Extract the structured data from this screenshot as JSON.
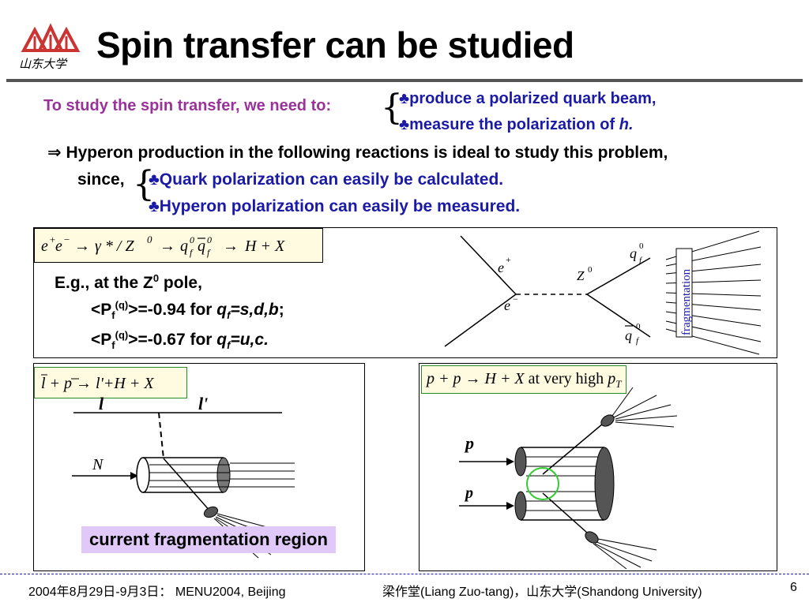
{
  "slide": {
    "title": "Spin transfer can be studied",
    "page_number": "6"
  },
  "intro": {
    "lead": "To study the spin transfer, we need to:",
    "items": [
      "produce a polarized quark beam,",
      "measure the polarization of "
    ],
    "item2_italic": "h."
  },
  "hyperon": {
    "line1": " Hyperon production in the following reactions is ideal to study this problem,",
    "since": "since,",
    "items": [
      "Quark polarization can easily be calculated.",
      "Hyperon polarization can easily be measured."
    ]
  },
  "panel1": {
    "formula": "e⁺e⁻ → γ* / Z⁰ → q⁰_f q̄⁰_f → H + X",
    "eg_line": "E.g., at the Z",
    "eg_sup": "0",
    "eg_tail": " pole,",
    "row1_val": "=-0.94 for ",
    "row1_q": "q",
    "row1_eq": "=s,d,b",
    "row1_end": ";",
    "row2_val": "=-0.67 for ",
    "row2_q": "q",
    "row2_eq": "=u,c.",
    "p_label": "<P",
    "p_sub": "f",
    "p_sup": "(q)",
    "p_close": ">",
    "f_sub": "f",
    "diagram": {
      "e_plus": "e",
      "e_minus": "e",
      "plus": "+",
      "minus": "−",
      "z": "Z",
      "z_sup": "0",
      "q_top": "q",
      "q_bottom": "q",
      "q_sup": "0",
      "q_sub": "f",
      "fragmentation": "fragmentation"
    }
  },
  "panel2": {
    "formula": "l + p → l'+H + X",
    "l": "l",
    "lprime": "l'",
    "n": "N",
    "caption": "current fragmentation region"
  },
  "panel3": {
    "formula_a": "p + p → H + X",
    "formula_b": " at very high ",
    "formula_c": "p",
    "formula_sub": "T",
    "p1": "p",
    "p2": "p"
  },
  "footer": {
    "left": "2004年8月29日-9月3日：  MENU2004, Beijing",
    "right": "梁作堂(Liang Zuo-tang)，山东大学(Shandong University)"
  },
  "logo": {
    "text": "山东大学"
  },
  "colors": {
    "accent": "#993399",
    "blue": "#1a1aa6",
    "logo_red": "#cc3333",
    "fragmentation_blue": "#1a1aa6",
    "green_circle": "#33cc33"
  }
}
